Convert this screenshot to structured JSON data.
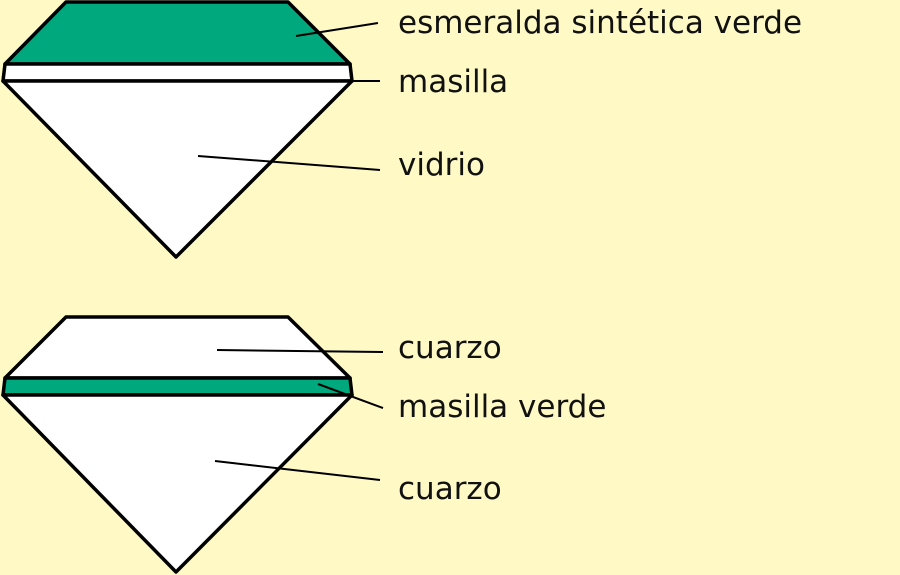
{
  "colors": {
    "background": "#fef9c5",
    "green": "#00a87e",
    "white": "#ffffff",
    "outline": "#000000"
  },
  "top_gem": {
    "labels": [
      "esmeralda sintética verde",
      "masilla",
      "vidrio"
    ]
  },
  "bottom_gem": {
    "labels": [
      "cuarzo",
      "masilla verde",
      "cuarzo"
    ]
  }
}
